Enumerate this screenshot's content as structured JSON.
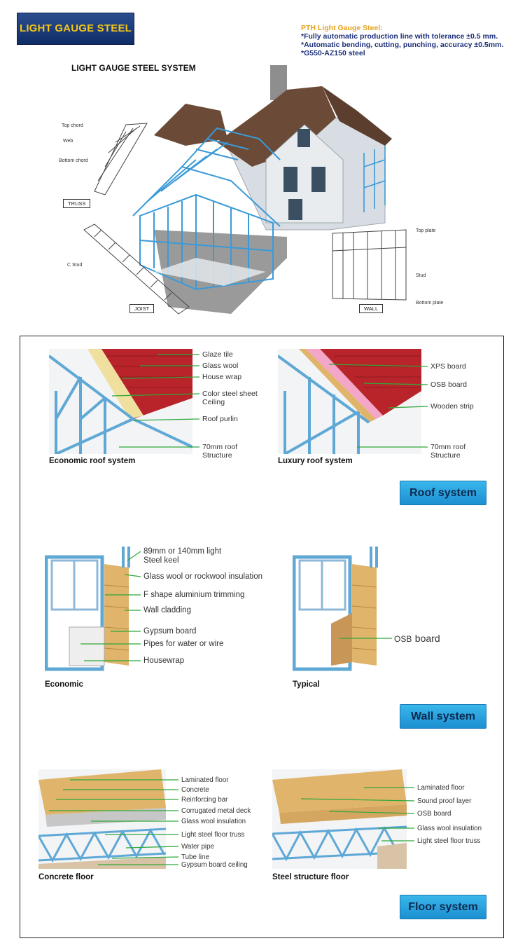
{
  "header": {
    "brand": "LIGHT GAUGE STEEL",
    "specs_title": "PTH Light Gauge Steel:",
    "specs": [
      "*Fully automatic production line with tolerance ±0.5 mm.",
      "*Automatic bending, cutting, punching, accuracy ±0.5mm.",
      "*G550-AZ150 steel"
    ],
    "system_title": "LIGHT GAUGE STEEL SYSTEM"
  },
  "diagram": {
    "truss_callouts": [
      "Top chord",
      "Web",
      "Bottom chord"
    ],
    "truss_label": "TRUSS",
    "joist_callout": "C Stud",
    "joist_label": "JOIST",
    "wall_callouts": [
      "Top plate",
      "Stud",
      "Bottom plate"
    ],
    "wall_label": "WALL"
  },
  "roof": {
    "economic": {
      "caption": "Economic roof system",
      "labels": [
        "Glaze tile",
        "Glass wool",
        "House wrap",
        "Color steel sheet",
        "Ceiling",
        "Roof purlin",
        "70mm roof",
        "Structure"
      ]
    },
    "luxury": {
      "caption": "Luxury roof system",
      "labels": [
        "XPS board",
        "OSB board",
        "Wooden strip",
        "70mm roof",
        "Structure"
      ]
    },
    "button": "Roof system"
  },
  "wall": {
    "economic": {
      "caption": "Economic",
      "labels": [
        "89mm or 140mm light",
        "Steel keel",
        "Glass wool or rockwool insulation",
        "F shape aluminium trimming",
        "Wall cladding",
        "Gypsum board",
        "Pipes for water or wire",
        "Housewrap"
      ]
    },
    "typical": {
      "caption": "Typical",
      "osb_prefix": "OSB",
      "osb_suffix": "board"
    },
    "button": "Wall system"
  },
  "floor": {
    "concrete": {
      "caption": "Concrete floor",
      "labels": [
        "Laminated floor",
        "Concrete",
        "Reinforcing bar",
        "Corrugated metal deck",
        "Glass wool insulation",
        "Light steel floor truss",
        "Water pipe",
        "Tube line",
        "Gypsum board ceiling"
      ]
    },
    "steel": {
      "caption": "Steel structure floor",
      "labels": [
        "Laminated floor",
        "Sound proof layer",
        "OSB board",
        "Glass wool insulation",
        "Light steel floor truss"
      ]
    },
    "button": "Floor system"
  },
  "colors": {
    "steel": "#5fa8d6",
    "tile": "#b8242a",
    "wood": "#e0b46a",
    "accent": "#2aa7e3",
    "brand_bg": "#17377a",
    "brand_text": "#f5c518",
    "arrow": "#2fa83a"
  }
}
